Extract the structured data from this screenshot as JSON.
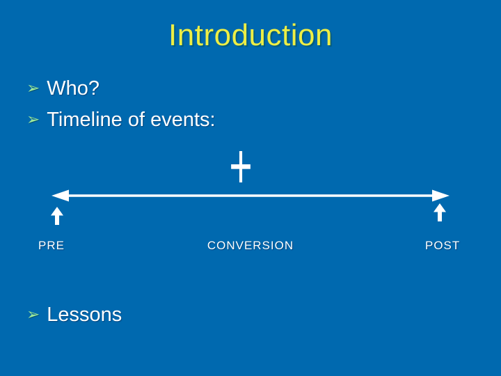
{
  "slide": {
    "title": "Introduction",
    "bullet_icon": "➢",
    "bullets": [
      {
        "label": "Who?"
      },
      {
        "label": "Timeline of events:"
      },
      {
        "label": "Lessons"
      }
    ],
    "timeline": {
      "plus_symbol": "+",
      "pre_label": "PRE",
      "conversion_label": "CONVERSION",
      "post_label": "POST"
    },
    "colors": {
      "background": "#0069AF",
      "title_yellow": "#EDEE45",
      "body_text": "#FFFFFF",
      "bullet_green": "#9CE89C"
    }
  }
}
